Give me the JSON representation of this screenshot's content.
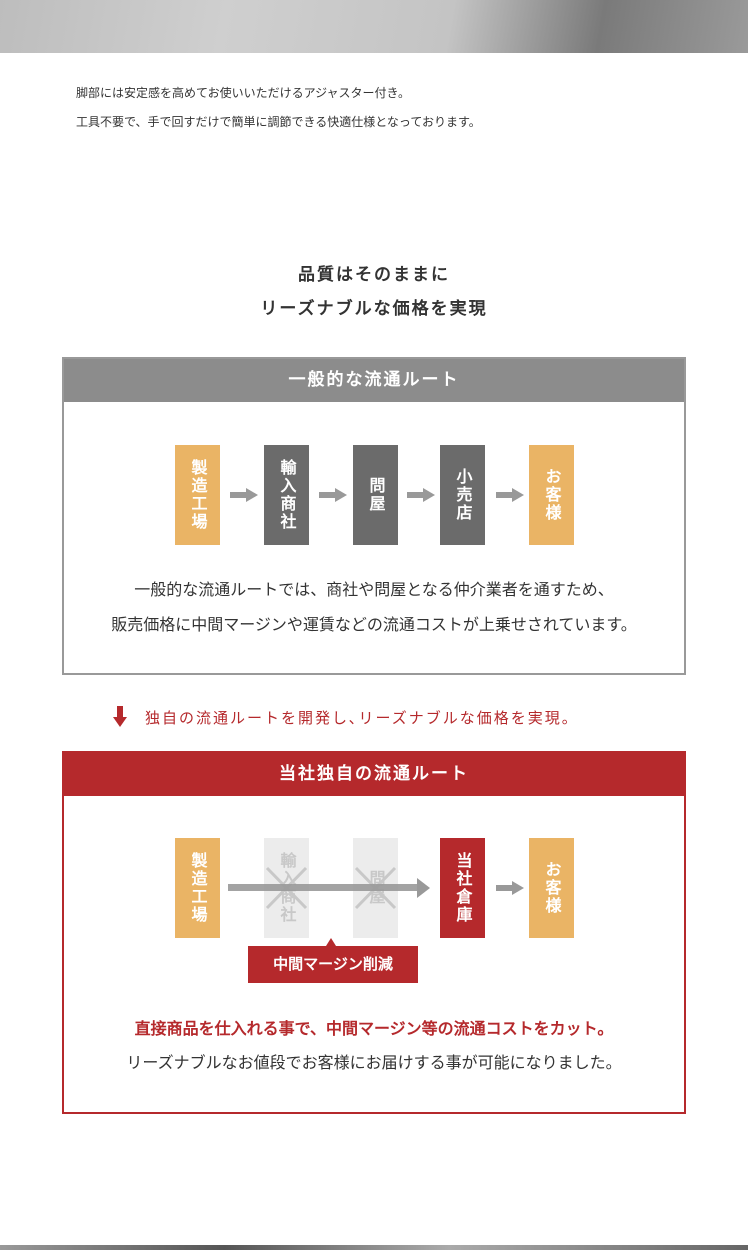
{
  "intro": [
    "脚部には安定感を高めてお使いいただけるアジャスター付き。",
    "工具不要で、手で回すだけで簡単に調節できる快適仕様となっております。"
  ],
  "title": [
    "品質はそのままに",
    "リーズナブルな価格を実現"
  ],
  "general": {
    "header": "一般的な流通ルート",
    "steps": [
      "製造工場",
      "輸入商社",
      "問屋",
      "小売店",
      "お客様"
    ],
    "desc": [
      "一般的な流通ルートでは、商社や問屋となる仲介業者を通すため、",
      "販売価格に中間マージンや運賃などの流通コストが上乗せされています。"
    ]
  },
  "transition": "独自の流通ルートを開発し､リーズナブルな価格を実現。",
  "own": {
    "header": "当社独自の流通ルート",
    "steps": [
      "製造工場",
      "輸入商社",
      "問屋",
      "当社倉庫",
      "お客様"
    ],
    "badge": "中間マージン削減",
    "desc_red": "直接商品を仕入れる事で、中間マージン等の流通コストをカット。",
    "desc": "リーズナブルなお値段でお客様にお届けする事が可能になりました。"
  },
  "colors": {
    "orange": "#eab465",
    "red": "#b5292c",
    "gray": "#8c8c8c"
  }
}
